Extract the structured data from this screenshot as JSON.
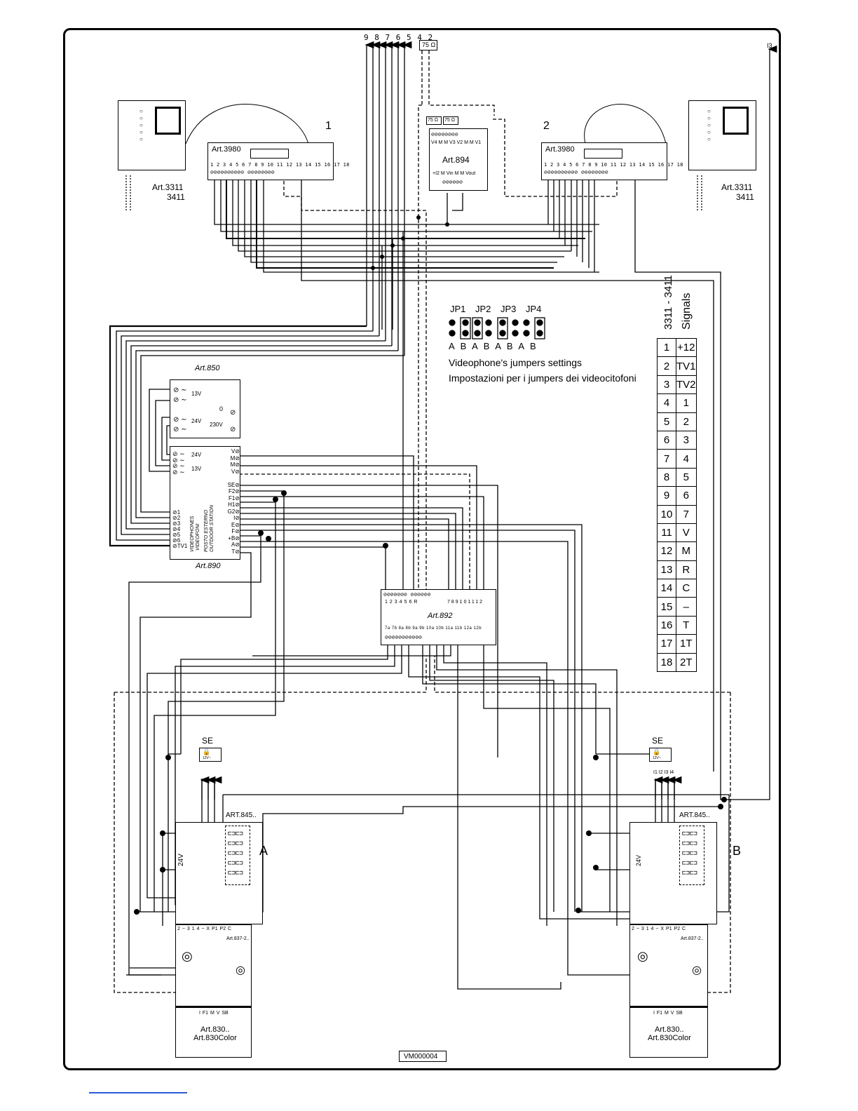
{
  "top_bus_label": "9 8 7 6 5 4 2",
  "top_resistor": "75 Ω",
  "right_top_label": "I3",
  "monitor_left": {
    "number": "1",
    "module": "Art.3980",
    "phone": "Art.3311",
    "phone2": "3411"
  },
  "monitor_right": {
    "number": "2",
    "module": "Art.3980",
    "phone": "Art.3311",
    "phone2": "3411"
  },
  "terminals_3980_a": [
    "1",
    "2",
    "3",
    "4",
    "5",
    "6",
    "7",
    "8",
    "9",
    "10"
  ],
  "terminals_3980_b": [
    "11",
    "12",
    "13",
    "14",
    "15",
    "16",
    "17",
    "18"
  ],
  "art894": {
    "name": "Art.894",
    "top_terms": "V4 M M V3 V2 M M V1",
    "bottom_terms": "+I2 M Vin M M Vout",
    "r1": "75 Ω",
    "r2": "75 Ω"
  },
  "jumpers": {
    "labels": [
      "JP1",
      "JP2",
      "JP3",
      "JP4"
    ],
    "positions": "A B A B A B A B",
    "caption_en": "Videophone's jumpers settings",
    "caption_it": "Impostazioni per i jumpers dei videocitofoni"
  },
  "signals_title": "3311 - 3411",
  "signals_subtitle": "Signals",
  "signals": [
    {
      "n": "1",
      "s": "+12"
    },
    {
      "n": "2",
      "s": "TV1"
    },
    {
      "n": "3",
      "s": "TV2"
    },
    {
      "n": "4",
      "s": "1"
    },
    {
      "n": "5",
      "s": "2"
    },
    {
      "n": "6",
      "s": "3"
    },
    {
      "n": "7",
      "s": "4"
    },
    {
      "n": "8",
      "s": "5"
    },
    {
      "n": "9",
      "s": "6"
    },
    {
      "n": "10",
      "s": "7"
    },
    {
      "n": "11",
      "s": "V"
    },
    {
      "n": "12",
      "s": "M"
    },
    {
      "n": "13",
      "s": "R"
    },
    {
      "n": "14",
      "s": "C"
    },
    {
      "n": "15",
      "s": "–"
    },
    {
      "n": "16",
      "s": "T"
    },
    {
      "n": "17",
      "s": "1T"
    },
    {
      "n": "18",
      "s": "2T"
    }
  ],
  "art850": {
    "name": "Art.850",
    "v13": "13V",
    "v24": "24V",
    "zero": "0",
    "v230": "230V"
  },
  "art890": {
    "name": "Art.890",
    "left_terms": [
      "1",
      "2",
      "3",
      "4",
      "5",
      "6",
      "TV1"
    ],
    "right_terms": [
      "V",
      "M",
      "M",
      "V",
      "SE",
      "F2",
      "F1",
      "H1",
      "G2",
      "I",
      "E",
      "F",
      "+B",
      "A",
      "T"
    ],
    "power_terms": [
      "24V",
      "13V"
    ],
    "vert_1": "VIDEOPHONES",
    "vert_2": "VIDEOFONI",
    "vert_3": "POSTO ESTERNO",
    "vert_4": "OUTDOOR STATION"
  },
  "art892": {
    "name": "Art.892",
    "top_terms": [
      "1",
      "2",
      "3",
      "4",
      "5",
      "6",
      "R",
      "7",
      "8",
      "9",
      "10",
      "11",
      "12"
    ],
    "bottom_terms": [
      "7a",
      "7b",
      "8a",
      "8b",
      "9a",
      "9b",
      "10a",
      "10b",
      "11a",
      "11b",
      "12a",
      "12b"
    ]
  },
  "se_label": "SE",
  "se_volt": "12V~",
  "station_a": {
    "letter": "A",
    "keypad": "ART.845..",
    "lamp": "24V",
    "unit": "Art.837-2..",
    "terms": "2 ~ 3 1 4 ~ X P1 P2 C",
    "camera": "Art.830..",
    "camera2": "Art.830Color",
    "cam_terms": "I F1 M V SB"
  },
  "station_b": {
    "letter": "B",
    "keypad": "ART.845..",
    "lamp": "24V",
    "unit": "Art.837-2..",
    "terms": "2 ~ 3 1 4 ~ X P1 P2 C",
    "camera": "Art.830..",
    "camera2": "Art.830Color",
    "cam_terms": "I F1 M V SB",
    "arrows_label": "I1 I2 I3 I4"
  },
  "drawing_code": "VM000004"
}
